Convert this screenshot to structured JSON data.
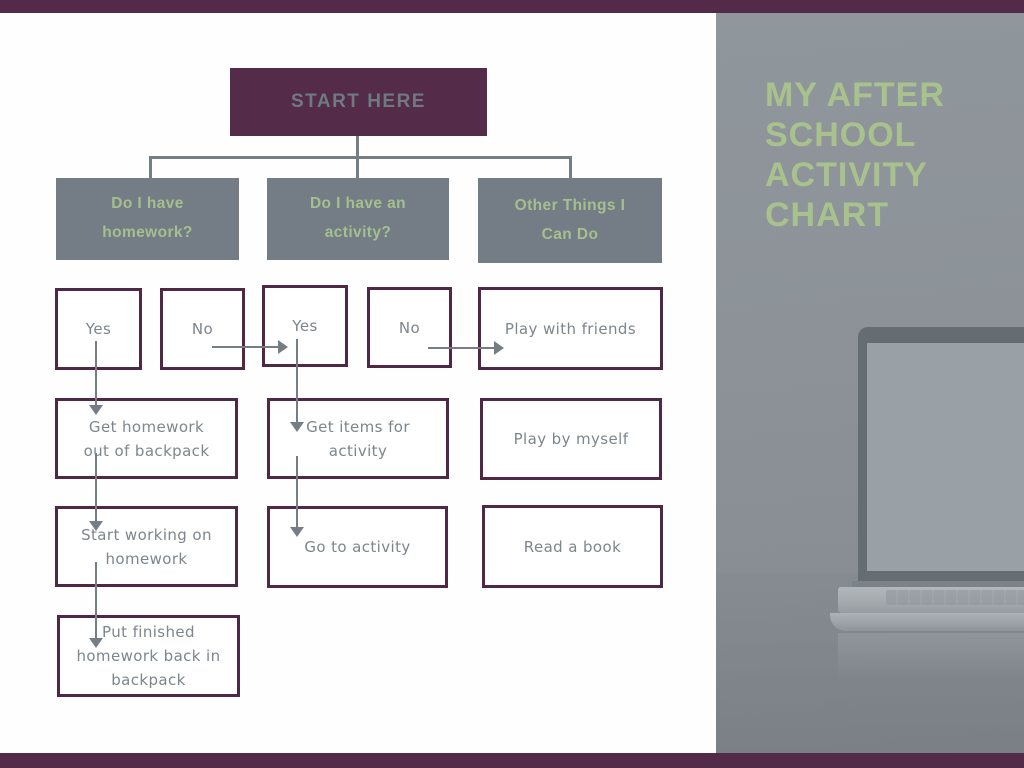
{
  "colors": {
    "purple": "#542a49",
    "border_purple": "#4e2845",
    "sage_green": "#a9c28d",
    "question_box_gray": "#747d85",
    "panel_gray": "#8c9298",
    "connector_gray": "#757d85",
    "label_gray": "#7d858d",
    "start_text_gray": "#6e7980"
  },
  "sidebar": {
    "title": "MY AFTER\nSCHOOL\nACTIVITY\nCHART",
    "illustration": "laptop-photo"
  },
  "flowchart": {
    "start": "START HERE",
    "questions": {
      "homework": "Do I have\nhomework?",
      "activity": "Do I have an\nactivity?",
      "other": "Other Things I\nCan Do"
    },
    "answers": {
      "homework_yes": "Yes",
      "homework_no": "No",
      "activity_yes": "Yes",
      "activity_no": "No"
    },
    "homework_steps": {
      "step1": "Get homework\nout of backpack",
      "step2": "Start working on\nhomework",
      "step3": "Put finished\nhomework back in\nbackpack"
    },
    "activity_steps": {
      "step1": "Get items for\nactivity",
      "step2": "Go to activity"
    },
    "other_options": {
      "option1": "Play with friends",
      "option2": "Play by myself",
      "option3": "Read a book"
    }
  }
}
